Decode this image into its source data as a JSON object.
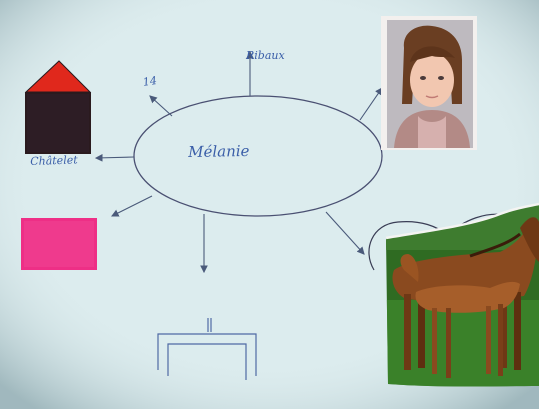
{
  "mind_map": {
    "center_label": "Mélanie",
    "branches": {
      "top_label": "Ribaux",
      "top_left_label": "14",
      "left_label": "Châtelet"
    }
  },
  "colors": {
    "paper": "#dcecee",
    "ink": "#3a5ea8",
    "roof_red": "#e0281c",
    "house_body": "#2a1a1e",
    "pink_rectangle": "#ee2f86",
    "horse_brown": "#8a4a1f",
    "grass_green": "#2f6b22"
  }
}
